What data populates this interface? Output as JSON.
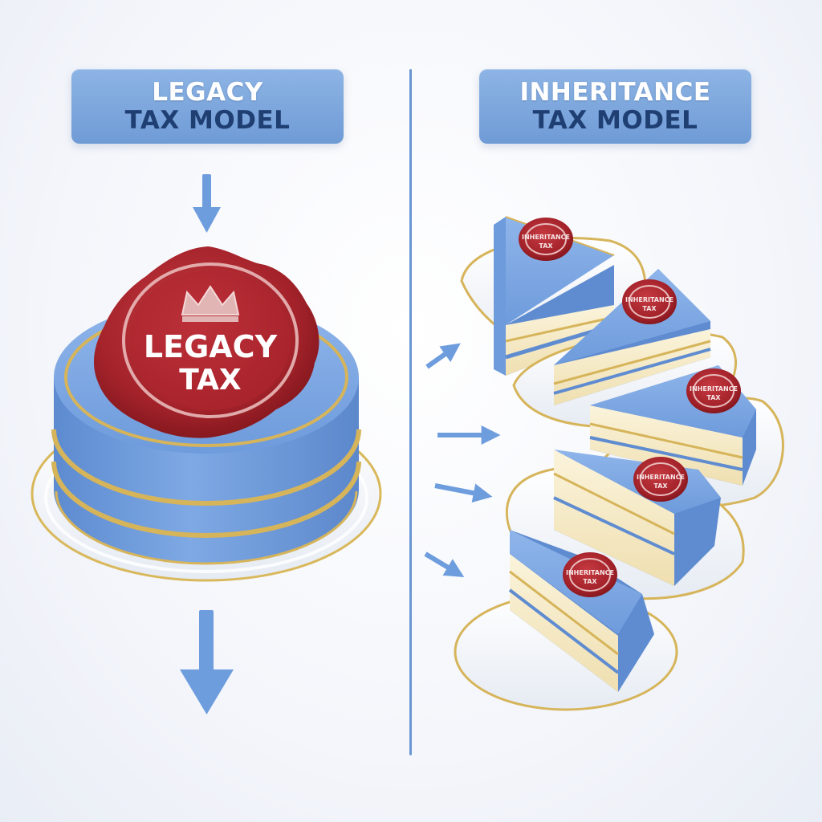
{
  "left_panel": {
    "title_line1": "LEGACY",
    "title_line2": "TAX MODEL",
    "seal_line1": "LEGACY",
    "seal_line2": "TAX",
    "seal_icon": "crown-icon"
  },
  "right_panel": {
    "title_line1": "INHERITANCE",
    "title_line2": "TAX MODEL",
    "slices": [
      {
        "seal_line1": "INHERITANCE",
        "seal_line2": "TAX"
      },
      {
        "seal_line1": "INHERITANCE",
        "seal_line2": "TAX"
      },
      {
        "seal_line1": "INHERITANCE",
        "seal_line2": "TAX"
      },
      {
        "seal_line1": "INHERITANCE",
        "seal_line2": "TAX"
      },
      {
        "seal_line1": "INHERITANCE",
        "seal_line2": "TAX"
      }
    ]
  },
  "colors": {
    "title_box": "#7ea8df",
    "title_text_light": "#ffffff",
    "title_text_dark": "#1f3f73",
    "cake_blue": "#6f9bd9",
    "cream": "#f6ecc8",
    "gold": "#d6b45a",
    "wax_red": "#a8232b",
    "arrow_blue": "#6e9dde",
    "divider": "#6a97d3"
  }
}
